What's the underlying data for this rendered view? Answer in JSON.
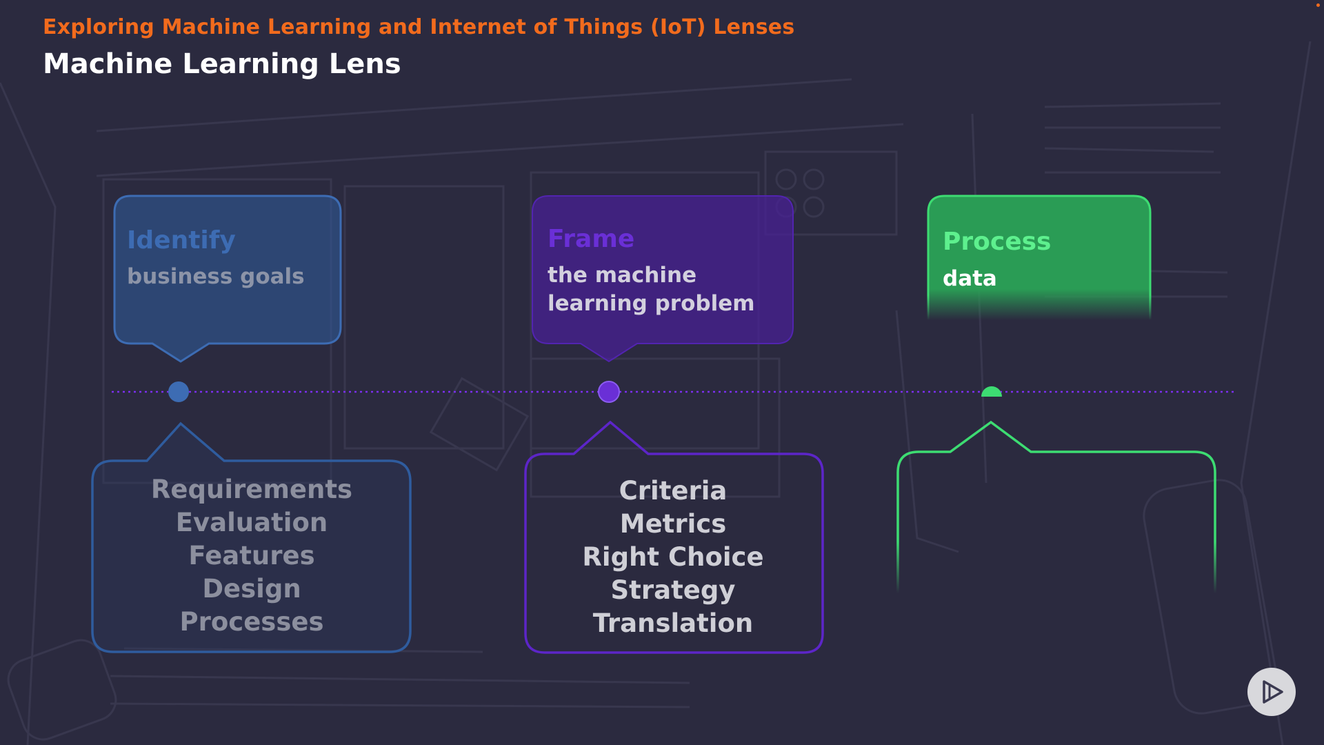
{
  "header": {
    "course_title": "Exploring Machine Learning and Internet of Things (IoT) Lenses",
    "slide_title": "Machine Learning Lens"
  },
  "steps": [
    {
      "heading": "Identify",
      "subtitle": "business goals",
      "details": [
        "Requirements",
        "Evaluation",
        "Features",
        "Design",
        "Processes"
      ],
      "color": "#3d6cb3"
    },
    {
      "heading": "Frame",
      "subtitle_lines": [
        "the machine",
        "learning problem"
      ],
      "details": [
        "Criteria",
        "Metrics",
        "Right Choice",
        "Strategy",
        "Translation"
      ],
      "color": "#6a2fd6"
    },
    {
      "heading": "Process",
      "subtitle": "data",
      "details": [],
      "color": "#3ddc72"
    }
  ],
  "controls": {
    "play_icon": "play-icon"
  },
  "colors": {
    "accent_orange": "#f26b1d",
    "timeline": "#7b2ff0",
    "background": "#2b2a3f"
  }
}
